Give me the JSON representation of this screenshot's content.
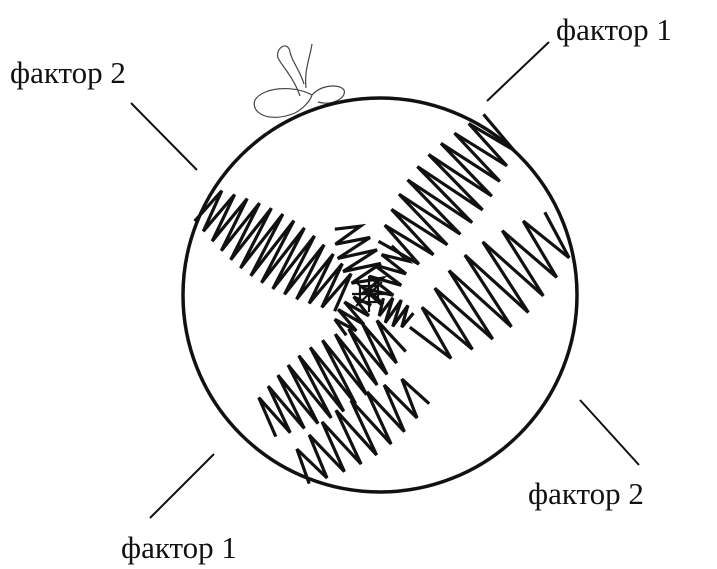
{
  "labels": {
    "top_right": "фактор 1",
    "top_left": "фактор 2",
    "bottom_right": "фактор 2",
    "bottom_left": "фактор 1"
  },
  "colors": {
    "ink": "#111111",
    "background": "#ffffff"
  }
}
